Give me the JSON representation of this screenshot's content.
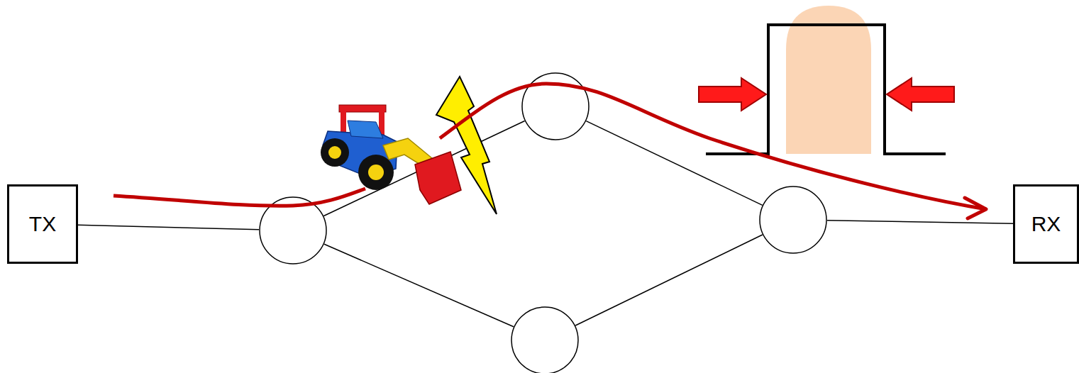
{
  "diagram": {
    "nodes": [
      {
        "text": [
          "TX"
        ]
      },
      {
        "text": []
      },
      {
        "text": []
      },
      {
        "text": []
      },
      {
        "text": []
      },
      {
        "text": [
          "RX"
        ]
      }
    ],
    "edges": [
      {
        "from": 0,
        "to": 1,
        "arrow": "none"
      },
      {
        "from": 1,
        "to": 2,
        "arrow": "none"
      },
      {
        "from": 1,
        "to": 3,
        "arrow": "none"
      },
      {
        "from": 2,
        "to": 4,
        "arrow": "none"
      },
      {
        "from": 3,
        "to": 4,
        "arrow": "none"
      },
      {
        "from": 4,
        "to": 5,
        "arrow": "none"
      }
    ]
  }
}
